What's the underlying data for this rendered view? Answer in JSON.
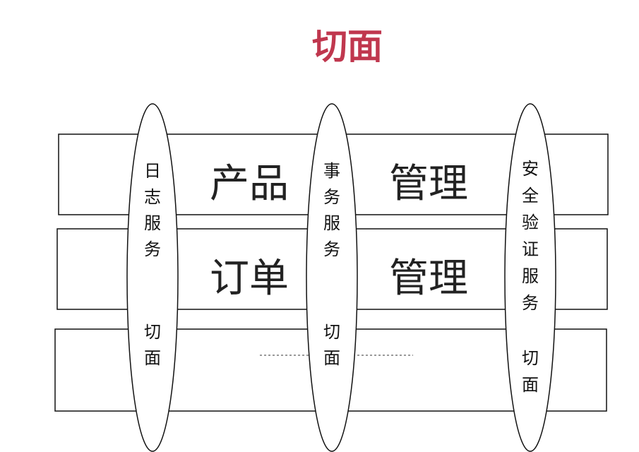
{
  "title": "切面",
  "colors": {
    "title": "#c0374e",
    "stroke": "#111111",
    "background": "#ffffff"
  },
  "rows": [
    {
      "left": "产品",
      "right": "管理"
    },
    {
      "left": "订单",
      "right": "管理"
    },
    {
      "left": "",
      "right": ""
    }
  ],
  "aspects": [
    {
      "name": "日志服务",
      "suffix": "切面"
    },
    {
      "name": "事务服务",
      "suffix": "切面"
    },
    {
      "name": "安全验证服务",
      "suffix": "切面"
    }
  ]
}
